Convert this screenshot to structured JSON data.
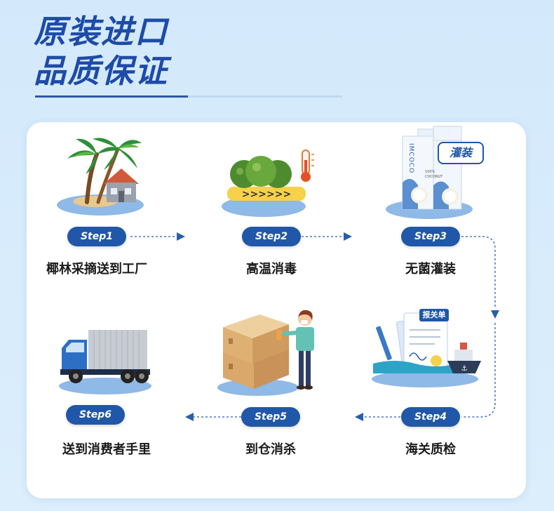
{
  "header": {
    "title_line1": "原装进口",
    "title_line2": "品质保证"
  },
  "steps": [
    {
      "step": "Step1",
      "label": "椰林采摘送到工厂",
      "icon": "palm-tree-house-icon"
    },
    {
      "step": "Step2",
      "label": "高温消毒",
      "icon": "coconuts-conveyor-thermometer-icon"
    },
    {
      "step": "Step3",
      "label": "无菌灌装",
      "icon": "coconut-water-cartons-icon",
      "badge": "灌装"
    },
    {
      "step": "Step4",
      "label": "海关质检",
      "icon": "customs-document-ship-icon",
      "badge": "报关单"
    },
    {
      "step": "Step5",
      "label": "到仓消杀",
      "icon": "worker-disinfecting-boxes-icon"
    },
    {
      "step": "Step6",
      "label": "送到消费者手里",
      "icon": "delivery-truck-icon"
    }
  ],
  "carton": {
    "brand": "IMCOCO",
    "percent": "100%",
    "word": "COCONUT"
  },
  "colors": {
    "accent": "#2057a8",
    "title": "#1e4ba8",
    "background": "#d3e9fb",
    "card": "#ffffff"
  }
}
